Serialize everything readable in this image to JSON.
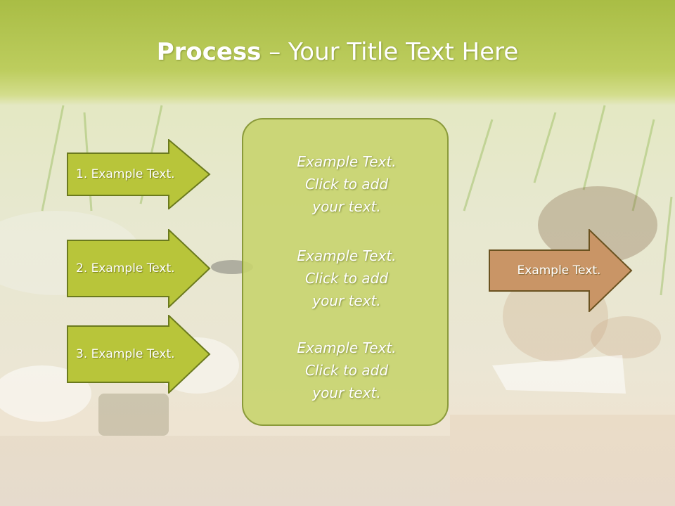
{
  "title": {
    "bold": "Process",
    "rest": " – Your Title Text Here"
  },
  "left_arrows": [
    {
      "label": "1. Example Text."
    },
    {
      "label": "2. Example Text."
    },
    {
      "label": "3. Example Text."
    }
  ],
  "center_panel": {
    "blocks": [
      {
        "line1": "Example Text.",
        "line2": "Click  to add",
        "line3": "your text."
      },
      {
        "line1": "Example Text.",
        "line2": "Click  to add",
        "line3": "your text."
      },
      {
        "line1": "Example Text.",
        "line2": "Click  to add",
        "line3": "your text."
      }
    ]
  },
  "right_arrow": {
    "label": "Example Text."
  },
  "colors": {
    "arrow_green": "#b8c53a",
    "arrow_border": "#6b7a1e",
    "arrow_brown": "#c99566",
    "panel": "#c8d46e"
  }
}
